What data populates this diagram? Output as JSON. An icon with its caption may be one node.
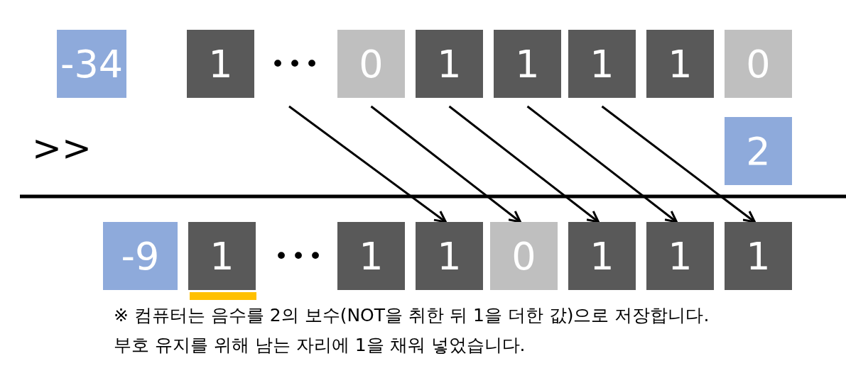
{
  "diagram": {
    "nodes": [
      {
        "text": [
          "-34"
        ]
      },
      {
        "text": [
          "1"
        ]
      },
      {
        "text": [
          "•••"
        ]
      },
      {
        "text": [
          "0"
        ]
      },
      {
        "text": [
          "1"
        ]
      },
      {
        "text": [
          "1"
        ]
      },
      {
        "text": [
          "1"
        ]
      },
      {
        "text": [
          "1"
        ]
      },
      {
        "text": [
          "0"
        ]
      },
      {
        "text": [
          "2"
        ]
      },
      {
        "text": [
          "-9"
        ]
      },
      {
        "text": [
          "1"
        ]
      },
      {
        "text": [
          "•••"
        ]
      },
      {
        "text": [
          "1"
        ]
      },
      {
        "text": [
          "1"
        ]
      },
      {
        "text": [
          "0"
        ]
      },
      {
        "text": [
          "1"
        ]
      },
      {
        "text": [
          "1"
        ]
      },
      {
        "text": [
          "1"
        ]
      }
    ],
    "edges": [
      {
        "from": 2,
        "to": 14,
        "arrow": "to"
      },
      {
        "from": 3,
        "to": 15,
        "arrow": "to"
      },
      {
        "from": 4,
        "to": 16,
        "arrow": "to"
      },
      {
        "from": 5,
        "to": 17,
        "arrow": "to"
      },
      {
        "from": 6,
        "to": 18,
        "arrow": "to"
      }
    ],
    "labels": [
      ">>",
      "※ 컴퓨터는 음수를 2의 보수(NOT을 취한 뒤 1을 더한 값)으로 저장합니다.",
      "부호 유지를 위해 남는 자리에 1을 채워 넣었습니다."
    ]
  }
}
